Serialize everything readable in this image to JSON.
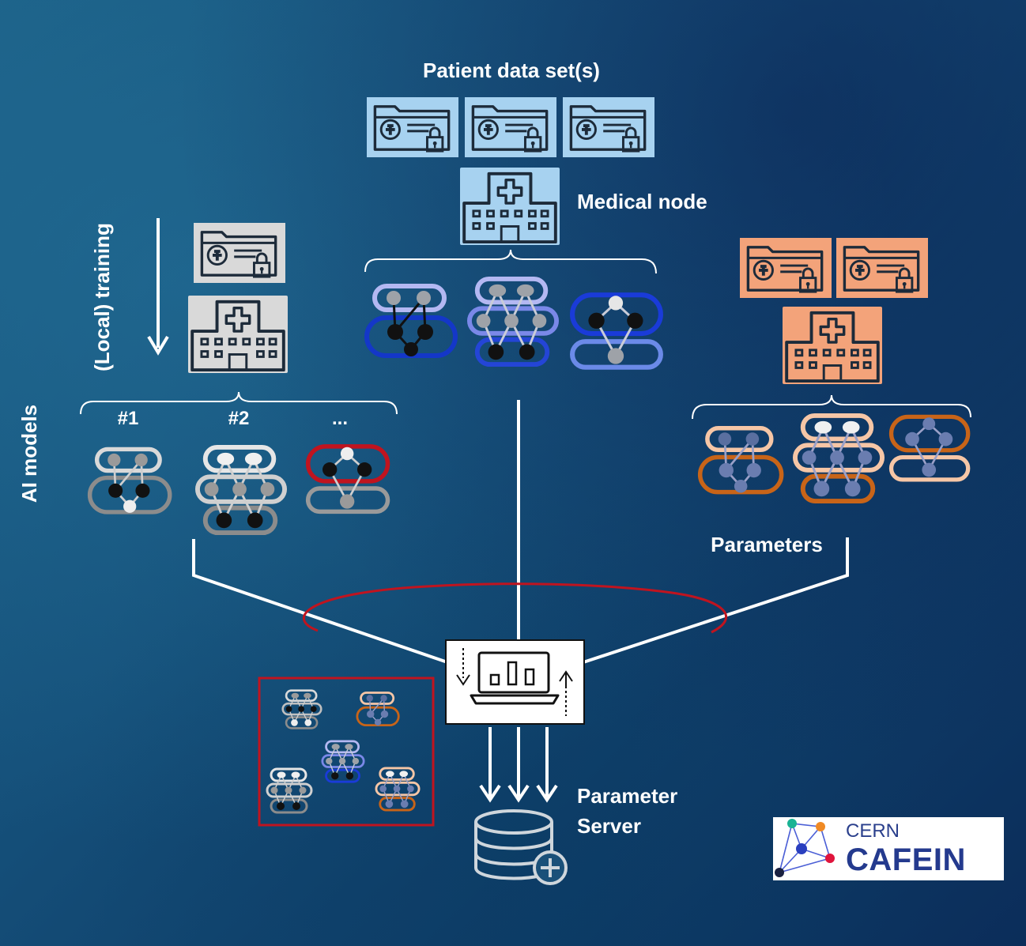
{
  "labels": {
    "patient_data": "Patient data set(s)",
    "medical_node": "Medical node",
    "local_training": "(Local) training",
    "ai_models": "AI models",
    "model_1": "#1",
    "model_2": "#2",
    "model_more": "...",
    "parameters": "Parameters",
    "parameter_server_line1": "Parameter",
    "parameter_server_line2": "Server"
  },
  "logo": {
    "line1": "CERN",
    "line2": "CAFEIN"
  },
  "colors": {
    "blue_node": "#a7d2f0",
    "gray_node": "#d9d9d9",
    "orange_node": "#f3a37a",
    "aggregation_ring": "#c0141f"
  }
}
